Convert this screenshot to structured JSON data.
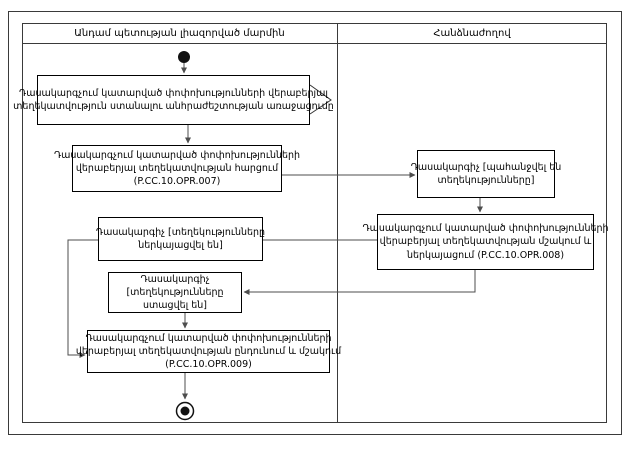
{
  "lanes": {
    "left": {
      "title": "Անդամ պետության լիազորված մարմին"
    },
    "right": {
      "title": "Հանձնաժողով"
    }
  },
  "nodes": {
    "event": {
      "type": "business-event-with-send-signal",
      "lines": [
        "Դասակարգչում կատարված փոփոխությունների վերաբերյալ",
        "տեղեկատվություն ստանալու անհրաժեշտության առաջացումը"
      ]
    },
    "op007": {
      "type": "operation",
      "lines": [
        "Դասակարգչում կատարված փոփոխությունների",
        "վերաբերյալ տեղեկատվության հարցում",
        "(P.CC.10.OPR.007)"
      ]
    },
    "state_requested": {
      "type": "state",
      "lines": [
        "Դասակարգիչ [պահանջվել են",
        "տեղեկությունները]"
      ]
    },
    "op008": {
      "type": "operation",
      "lines": [
        "Դասակարգչում կատարված փոփոխությունների",
        "վերաբերյալ տեղեկատվության մշակում և",
        "ներկայացում (P.CC.10.OPR.008)"
      ]
    },
    "state_submitted": {
      "type": "state",
      "lines": [
        "Դասակարգիչ [տեղեկությունները",
        "ներկայացվել են]"
      ]
    },
    "state_received": {
      "type": "state",
      "lines": [
        "Դասակարգիչ",
        "[տեղեկությունները",
        "ստացվել են]"
      ]
    },
    "op009": {
      "type": "operation",
      "lines": [
        "Դասակարգչում կատարված փոփոխությունների",
        "վերաբերյալ տեղեկատվության ընդունում և մշակում",
        "(P.CC.10.OPR.009)"
      ]
    }
  },
  "edges": [
    {
      "from": "start",
      "to": "event",
      "arrow": true
    },
    {
      "from": "event",
      "to": "op007",
      "arrow": true
    },
    {
      "from": "op007",
      "to": "state_requested",
      "arrow": true
    },
    {
      "from": "state_requested",
      "to": "op008",
      "arrow": true
    },
    {
      "from": "state_submitted",
      "to": "op008",
      "arrow": false
    },
    {
      "from": "op008",
      "to": "state_received",
      "arrow": true
    },
    {
      "from": "state_received",
      "to": "op009",
      "arrow": true
    },
    {
      "from": "state_submitted",
      "to": "op009",
      "arrow": true
    },
    {
      "from": "op009",
      "to": "final",
      "arrow": true
    }
  ],
  "colors": {
    "background": "#ffffff",
    "box_border": "#000000",
    "frame_border": "#3a3a3a",
    "connector": "#4d4d4d",
    "node_marker": "#111111",
    "text": "#000000"
  }
}
